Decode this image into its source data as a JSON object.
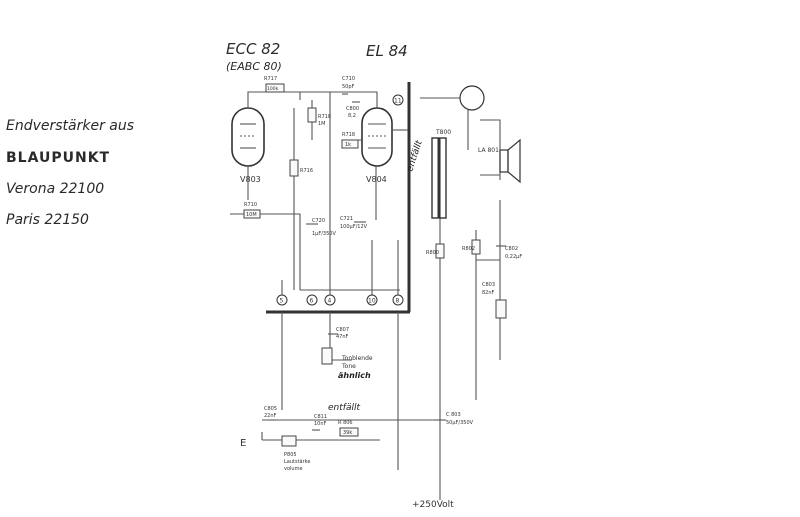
{
  "side_notes": [
    "Endverstärker aus",
    "BLAUPUNKT",
    "Verona 22100",
    "Paris 22150"
  ],
  "tubes": {
    "ecc_name": "ECC 82",
    "ecc_alt": "(EABC 80)",
    "el_name": "EL 84",
    "v803": "V803",
    "v804": "V804"
  },
  "components": {
    "r717": "R717",
    "r717_val": "100k",
    "c710": "C710",
    "c710_val": "50pF",
    "r718": "R718",
    "r718_val": "1M",
    "r716": "R716",
    "c800": "C800",
    "c800_val": "8,2",
    "r718b": "R718",
    "r718b_val": "1k",
    "t800": "T800",
    "la801": "LA 801",
    "r710": "R710",
    "r710_val": "10M",
    "c720": "C720",
    "c720_val": "1µF/350V",
    "c721": "C721",
    "c721_val": "100µF/12V",
    "r800": "R800",
    "r802": "R802",
    "c802": "C802",
    "c802_val": "0,22µF",
    "c803": "C803",
    "c803_val": "82nF",
    "c807": "C807",
    "c807_val": "47nF",
    "tone": "Tonblende",
    "tone2": "Tone",
    "c805": "C805",
    "c805_val": "22nF",
    "c811": "C811",
    "c811_val": "10nF",
    "r806": "R 806",
    "r806_val": "39k",
    "p805": "P805",
    "lautstarke": "Lautstärke",
    "volume": "volume",
    "c803b": "C 803",
    "c803b_val": "50µF/350V",
    "e": "E",
    "supply": "+250Volt"
  },
  "handwritten": {
    "entfallt1": "entfällt",
    "entfallt2": "entfällt",
    "ahnlich": "ähnlich"
  },
  "terminals": [
    "5",
    "6",
    "4",
    "10",
    "8",
    "11"
  ]
}
